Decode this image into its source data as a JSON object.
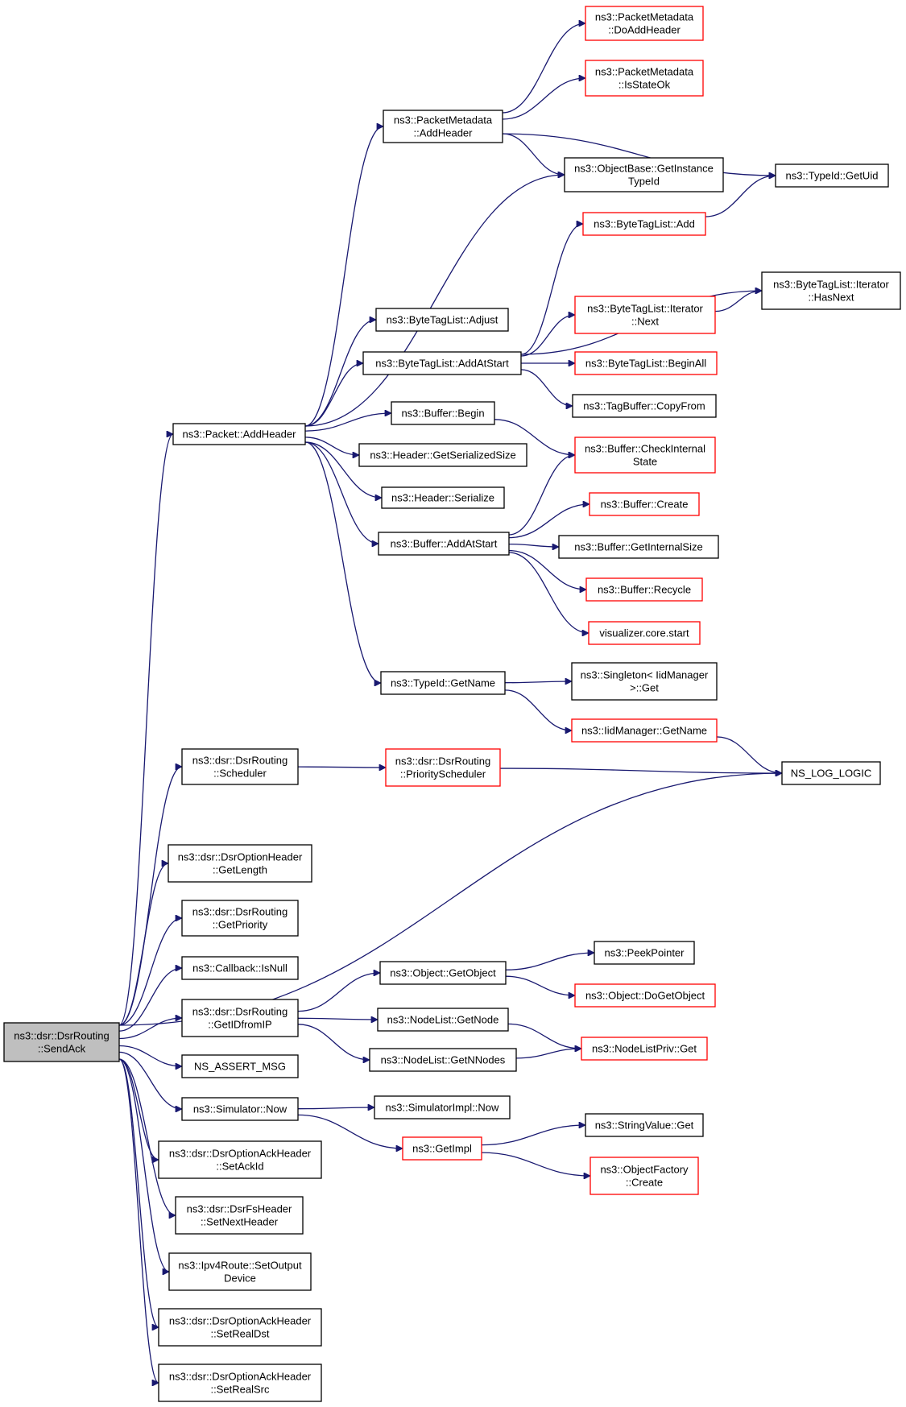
{
  "colors": {
    "edge": "#191970",
    "normal_border": "#000000",
    "truncated_border": "#ff0000",
    "root_fill": "#bfbfbf",
    "fill": "#ffffff"
  },
  "nodes": {
    "root": {
      "lines": [
        "ns3::dsr::DsrRouting",
        "::SendAck"
      ],
      "style": "root"
    },
    "pktAddHeader": {
      "lines": [
        "ns3::Packet::AddHeader"
      ],
      "style": "normal"
    },
    "pmAddHeader": {
      "lines": [
        "ns3::PacketMetadata",
        "::AddHeader"
      ],
      "style": "normal"
    },
    "pmDoAddHeader": {
      "lines": [
        "ns3::PacketMetadata",
        "::DoAddHeader"
      ],
      "style": "truncated"
    },
    "pmIsStateOk": {
      "lines": [
        "ns3::PacketMetadata",
        "::IsStateOk"
      ],
      "style": "truncated"
    },
    "obGetInstance": {
      "lines": [
        "ns3::ObjectBase::GetInstance",
        "TypeId"
      ],
      "style": "normal"
    },
    "typeIdGetUid": {
      "lines": [
        "ns3::TypeId::GetUid"
      ],
      "style": "normal"
    },
    "btlAdd": {
      "lines": [
        "ns3::ByteTagList::Add"
      ],
      "style": "truncated"
    },
    "btlIterHasNext": {
      "lines": [
        "ns3::ByteTagList::Iterator",
        "::HasNext"
      ],
      "style": "normal"
    },
    "btlAdjust": {
      "lines": [
        "ns3::ByteTagList::Adjust"
      ],
      "style": "normal"
    },
    "btlIterNext": {
      "lines": [
        "ns3::ByteTagList::Iterator",
        "::Next"
      ],
      "style": "truncated"
    },
    "btlAddAtStart": {
      "lines": [
        "ns3::ByteTagList::AddAtStart"
      ],
      "style": "normal"
    },
    "btlBeginAll": {
      "lines": [
        "ns3::ByteTagList::BeginAll"
      ],
      "style": "truncated"
    },
    "tbCopyFrom": {
      "lines": [
        "ns3::TagBuffer::CopyFrom"
      ],
      "style": "normal"
    },
    "bufBegin": {
      "lines": [
        "ns3::Buffer::Begin"
      ],
      "style": "normal"
    },
    "bufCheckInternal": {
      "lines": [
        "ns3::Buffer::CheckInternal",
        "State"
      ],
      "style": "truncated"
    },
    "hdrGetSerSize": {
      "lines": [
        "ns3::Header::GetSerializedSize"
      ],
      "style": "normal"
    },
    "hdrSerialize": {
      "lines": [
        "ns3::Header::Serialize"
      ],
      "style": "normal"
    },
    "bufCreate": {
      "lines": [
        "ns3::Buffer::Create"
      ],
      "style": "truncated"
    },
    "bufAddAtStart": {
      "lines": [
        "ns3::Buffer::AddAtStart"
      ],
      "style": "normal"
    },
    "bufGetInternalSize": {
      "lines": [
        "ns3::Buffer::GetInternalSize"
      ],
      "style": "normal"
    },
    "bufRecycle": {
      "lines": [
        "ns3::Buffer::Recycle"
      ],
      "style": "truncated"
    },
    "vizStart": {
      "lines": [
        "visualizer.core.start"
      ],
      "style": "truncated"
    },
    "typeIdGetName": {
      "lines": [
        "ns3::TypeId::GetName"
      ],
      "style": "normal"
    },
    "singletonGet": {
      "lines": [
        "ns3::Singleton< IidManager",
        ">::Get"
      ],
      "style": "normal"
    },
    "iidGetName": {
      "lines": [
        "ns3::IidManager::GetName"
      ],
      "style": "truncated"
    },
    "dsrScheduler": {
      "lines": [
        "ns3::dsr::DsrRouting",
        "::Scheduler"
      ],
      "style": "normal"
    },
    "dsrPriorityScheduler": {
      "lines": [
        "ns3::dsr::DsrRouting",
        "::PriorityScheduler"
      ],
      "style": "truncated"
    },
    "nsLogLogic": {
      "lines": [
        "NS_LOG_LOGIC"
      ],
      "style": "normal"
    },
    "optGetLength": {
      "lines": [
        "ns3::dsr::DsrOptionHeader",
        "::GetLength"
      ],
      "style": "normal"
    },
    "dsrGetPriority": {
      "lines": [
        "ns3::dsr::DsrRouting",
        "::GetPriority"
      ],
      "style": "normal"
    },
    "cbIsNull": {
      "lines": [
        "ns3::Callback::IsNull"
      ],
      "style": "normal"
    },
    "objGetObject": {
      "lines": [
        "ns3::Object::GetObject"
      ],
      "style": "normal"
    },
    "peekPointer": {
      "lines": [
        "ns3::PeekPointer"
      ],
      "style": "normal"
    },
    "objDoGetObject": {
      "lines": [
        "ns3::Object::DoGetObject"
      ],
      "style": "truncated"
    },
    "dsrGetIDfromIP": {
      "lines": [
        "ns3::dsr::DsrRouting",
        "::GetIDfromIP"
      ],
      "style": "normal"
    },
    "nlGetNode": {
      "lines": [
        "ns3::NodeList::GetNode"
      ],
      "style": "normal"
    },
    "nlpGet": {
      "lines": [
        "ns3::NodeListPriv::Get"
      ],
      "style": "truncated"
    },
    "nlGetNNodes": {
      "lines": [
        "ns3::NodeList::GetNNodes"
      ],
      "style": "normal"
    },
    "nsAssertMsg": {
      "lines": [
        "NS_ASSERT_MSG"
      ],
      "style": "normal"
    },
    "simNow": {
      "lines": [
        "ns3::Simulator::Now"
      ],
      "style": "normal"
    },
    "simImplNow": {
      "lines": [
        "ns3::SimulatorImpl::Now"
      ],
      "style": "normal"
    },
    "getImpl": {
      "lines": [
        "ns3::GetImpl"
      ],
      "style": "truncated"
    },
    "stringValueGet": {
      "lines": [
        "ns3::StringValue::Get"
      ],
      "style": "normal"
    },
    "ackSetAckId": {
      "lines": [
        "ns3::dsr::DsrOptionAckHeader",
        "::SetAckId"
      ],
      "style": "normal"
    },
    "ofCreate": {
      "lines": [
        "ns3::ObjectFactory",
        "::Create"
      ],
      "style": "truncated"
    },
    "fsSetNextHeader": {
      "lines": [
        "ns3::dsr::DsrFsHeader",
        "::SetNextHeader"
      ],
      "style": "normal"
    },
    "ipv4SetOutputDevice": {
      "lines": [
        "ns3::Ipv4Route::SetOutput",
        "Device"
      ],
      "style": "normal"
    },
    "ackSetRealDst": {
      "lines": [
        "ns3::dsr::DsrOptionAckHeader",
        "::SetRealDst"
      ],
      "style": "normal"
    },
    "ackSetRealSrc": {
      "lines": [
        "ns3::dsr::DsrOptionAckHeader",
        "::SetRealSrc"
      ],
      "style": "normal"
    }
  },
  "edges": [
    [
      "root",
      "pktAddHeader"
    ],
    [
      "root",
      "dsrScheduler"
    ],
    [
      "root",
      "nsLogLogic"
    ],
    [
      "root",
      "optGetLength"
    ],
    [
      "root",
      "dsrGetPriority"
    ],
    [
      "root",
      "cbIsNull"
    ],
    [
      "root",
      "dsrGetIDfromIP"
    ],
    [
      "root",
      "nsAssertMsg"
    ],
    [
      "root",
      "simNow"
    ],
    [
      "root",
      "ackSetAckId"
    ],
    [
      "root",
      "fsSetNextHeader"
    ],
    [
      "root",
      "ipv4SetOutputDevice"
    ],
    [
      "root",
      "ackSetRealDst"
    ],
    [
      "root",
      "ackSetRealSrc"
    ],
    [
      "pktAddHeader",
      "pmAddHeader"
    ],
    [
      "pktAddHeader",
      "obGetInstance"
    ],
    [
      "pktAddHeader",
      "btlAdjust"
    ],
    [
      "pktAddHeader",
      "btlAddAtStart"
    ],
    [
      "pktAddHeader",
      "bufBegin"
    ],
    [
      "pktAddHeader",
      "hdrGetSerSize"
    ],
    [
      "pktAddHeader",
      "hdrSerialize"
    ],
    [
      "pktAddHeader",
      "bufAddAtStart"
    ],
    [
      "pktAddHeader",
      "typeIdGetName"
    ],
    [
      "pmAddHeader",
      "pmDoAddHeader"
    ],
    [
      "pmAddHeader",
      "pmIsStateOk"
    ],
    [
      "pmAddHeader",
      "obGetInstance"
    ],
    [
      "pmAddHeader",
      "typeIdGetUid"
    ],
    [
      "btlAdd",
      "typeIdGetUid"
    ],
    [
      "btlAddAtStart",
      "btlAdd"
    ],
    [
      "btlAddAtStart",
      "btlIterHasNext"
    ],
    [
      "btlAddAtStart",
      "btlIterNext"
    ],
    [
      "btlAddAtStart",
      "btlBeginAll"
    ],
    [
      "btlAddAtStart",
      "tbCopyFrom"
    ],
    [
      "btlIterNext",
      "btlIterHasNext"
    ],
    [
      "bufBegin",
      "bufCheckInternal"
    ],
    [
      "bufAddAtStart",
      "bufCheckInternal"
    ],
    [
      "bufAddAtStart",
      "bufCreate"
    ],
    [
      "bufAddAtStart",
      "bufGetInternalSize"
    ],
    [
      "bufAddAtStart",
      "bufRecycle"
    ],
    [
      "bufAddAtStart",
      "vizStart"
    ],
    [
      "typeIdGetName",
      "singletonGet"
    ],
    [
      "typeIdGetName",
      "iidGetName"
    ],
    [
      "iidGetName",
      "nsLogLogic"
    ],
    [
      "dsrScheduler",
      "dsrPriorityScheduler"
    ],
    [
      "dsrPriorityScheduler",
      "nsLogLogic"
    ],
    [
      "dsrGetIDfromIP",
      "objGetObject"
    ],
    [
      "dsrGetIDfromIP",
      "nlGetNode"
    ],
    [
      "dsrGetIDfromIP",
      "nlGetNNodes"
    ],
    [
      "objGetObject",
      "peekPointer"
    ],
    [
      "objGetObject",
      "objDoGetObject"
    ],
    [
      "nlGetNode",
      "nlpGet"
    ],
    [
      "nlGetNNodes",
      "nlpGet"
    ],
    [
      "simNow",
      "simImplNow"
    ],
    [
      "simNow",
      "getImpl"
    ],
    [
      "getImpl",
      "stringValueGet"
    ],
    [
      "getImpl",
      "ofCreate"
    ]
  ]
}
